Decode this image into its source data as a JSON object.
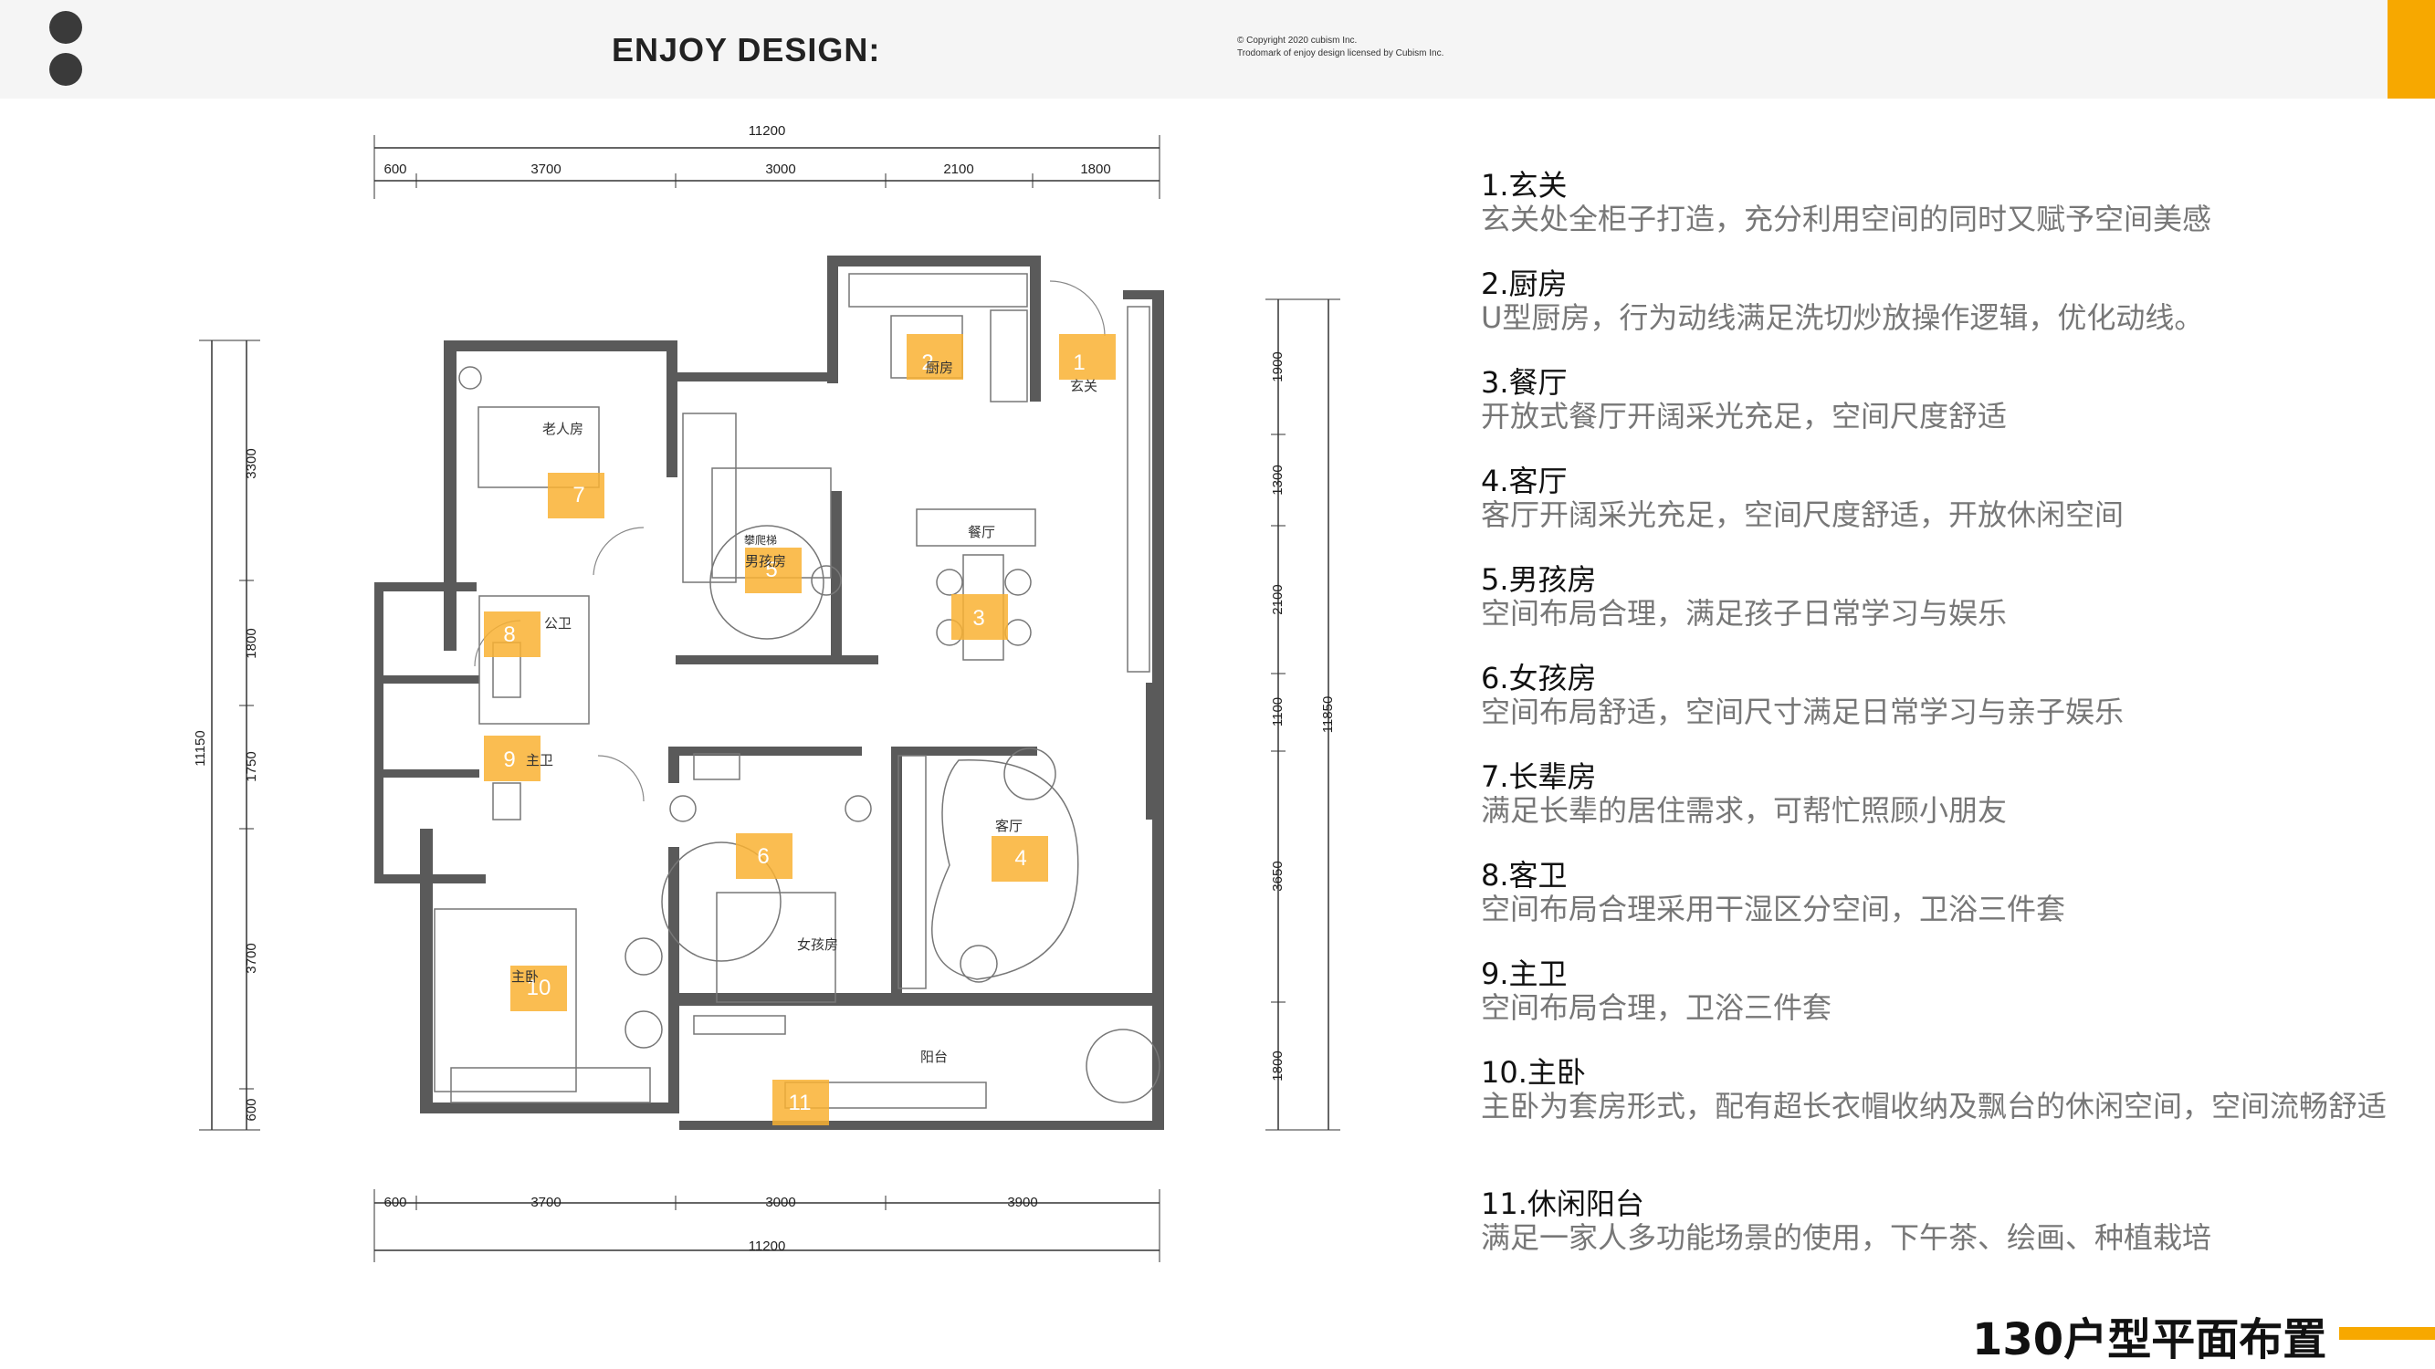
{
  "header": {
    "brand": "ENJOY DESIGN:",
    "copyright_line1": "© Copyright 2020 cubism Inc.",
    "copyright_line2": "Trodomark of enjoy design licensed by Cubism Inc."
  },
  "colors": {
    "accent": "#f7a800",
    "wall": "#555555",
    "room_marker": "#f9b233"
  },
  "dimensions": {
    "top_total": "11200",
    "top_segments": [
      "600",
      "3700",
      "3000",
      "2100",
      "1800"
    ],
    "bottom_segments": [
      "600",
      "3700",
      "3000",
      "3900"
    ],
    "bottom_total": "11200",
    "left_total": "11150",
    "left_segments": [
      "3300",
      "1800",
      "1750",
      "3700",
      "600"
    ],
    "right_total": "11850",
    "right_segments": [
      "1900",
      "1300",
      "2100",
      "1100",
      "3650",
      "1800"
    ]
  },
  "rooms": [
    {
      "number": "1",
      "label": "玄关"
    },
    {
      "number": "2",
      "label": "厨房"
    },
    {
      "number": "3",
      "label": "餐厅"
    },
    {
      "number": "4",
      "label": "客厅"
    },
    {
      "number": "5",
      "label": "男孩房"
    },
    {
      "number": "6",
      "label": "女孩房"
    },
    {
      "number": "7",
      "label": "老人房"
    },
    {
      "number": "8",
      "label": "公卫"
    },
    {
      "number": "9",
      "label": "主卫"
    },
    {
      "number": "10",
      "label": "主卧"
    },
    {
      "number": "11",
      "label": "阳台"
    }
  ],
  "plan_labels": {
    "desk": "攀爬梯"
  },
  "legend": [
    {
      "title": "1.玄关",
      "desc": "玄关处全柜子打造，充分利用空间的同时又赋予空间美感"
    },
    {
      "title": "2.厨房",
      "desc": "U型厨房，行为动线满足洗切炒放操作逻辑，优化动线。"
    },
    {
      "title": "3.餐厅",
      "desc": "开放式餐厅开阔采光充足，空间尺度舒适"
    },
    {
      "title": "4.客厅",
      "desc": "客厅开阔采光充足，空间尺度舒适，开放休闲空间"
    },
    {
      "title": "5.男孩房",
      "desc": "空间布局合理，满足孩子日常学习与娱乐"
    },
    {
      "title": "6.女孩房",
      "desc": "空间布局舒适，空间尺寸满足日常学习与亲子娱乐"
    },
    {
      "title": "7.长辈房",
      "desc": "满足长辈的居住需求，可帮忙照顾小朋友"
    },
    {
      "title": "8.客卫",
      "desc": "空间布局合理采用干湿区分空间，卫浴三件套"
    },
    {
      "title": "9.主卫",
      "desc": "空间布局合理，卫浴三件套"
    },
    {
      "title": "10.主卧",
      "desc": "主卧为套房形式，配有超长衣帽收纳及飘台的休闲空间，空间流畅舒适"
    },
    {
      "title": "11.休闲阳台",
      "desc": "满足一家人多功能场景的使用，下午茶、绘画、种植栽培"
    }
  ],
  "page_title": "130户型平面布置"
}
